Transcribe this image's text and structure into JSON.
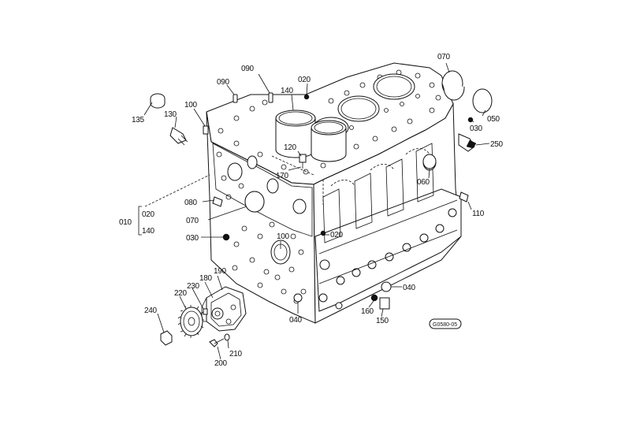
{
  "diagram": {
    "callouts": {
      "c135": "135",
      "c130": "130",
      "c100a": "100",
      "c090a": "090",
      "c090b": "090",
      "c140a": "140",
      "c020a": "020",
      "c070a": "070",
      "c030a": "030",
      "c050": "050",
      "c250": "250",
      "c120": "120",
      "c170": "170",
      "c060": "060",
      "c080": "080",
      "c020b": "020",
      "c010": "010",
      "c140b": "140",
      "c070b": "070",
      "c030b": "030",
      "c110": "110",
      "c020c": "020",
      "c100b": "100",
      "c190": "190",
      "c180": "180",
      "c230": "230",
      "c220": "220",
      "c240": "240",
      "c040a": "040",
      "c040b": "040",
      "c160": "160",
      "c150": "150",
      "c210": "210",
      "c200": "200"
    },
    "reference_code": "G0580-05"
  }
}
